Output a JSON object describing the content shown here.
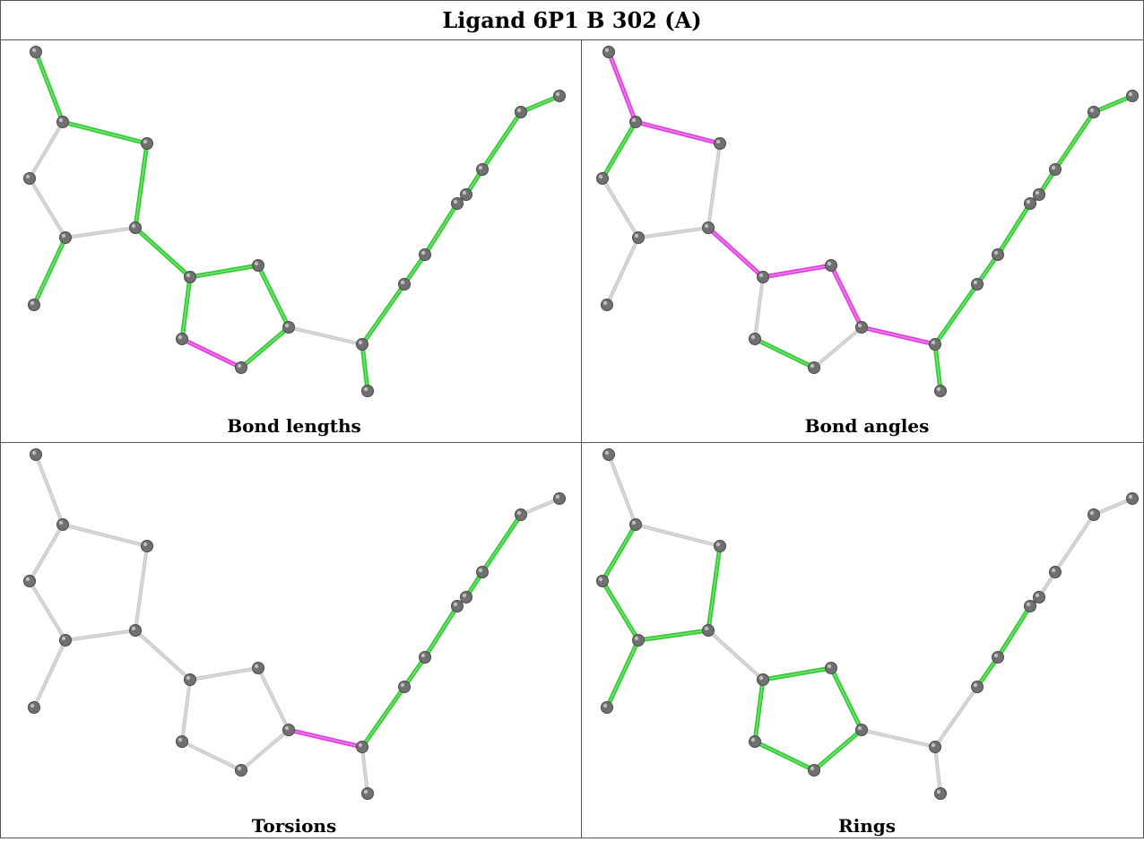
{
  "title": "Ligand 6P1 B 302 (A)",
  "panels": [
    {
      "name": "bond-lengths",
      "caption": "Bond lengths"
    },
    {
      "name": "bond-angles",
      "caption": "Bond angles"
    },
    {
      "name": "torsions",
      "caption": "Torsions"
    },
    {
      "name": "rings",
      "caption": "Rings"
    }
  ],
  "colors": {
    "neutral": "#c8c8c8",
    "good": "#33cc33",
    "bad": "#e040e0",
    "atom": "#707070",
    "border": "#555555"
  }
}
